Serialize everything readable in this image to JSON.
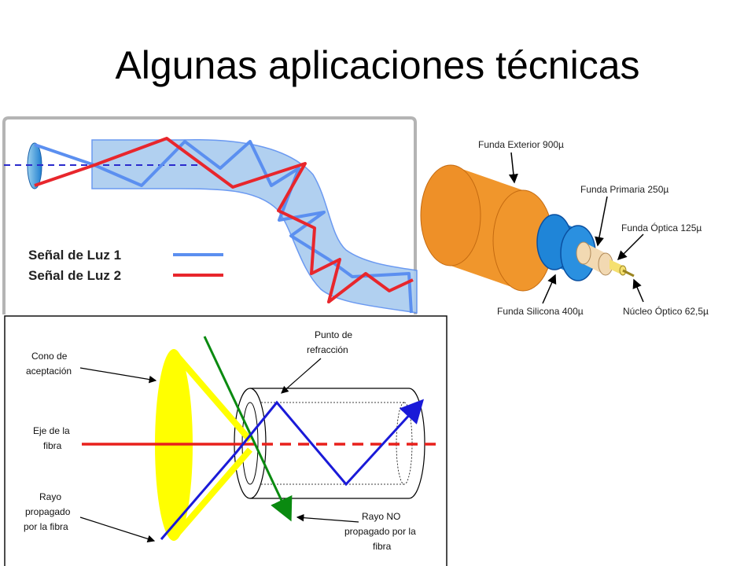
{
  "slide": {
    "title": "Algunas aplicaciones técnicas"
  },
  "fiber_path_panel": {
    "legend": [
      {
        "label": "Señal de Luz 1",
        "color": "#5b8ff0"
      },
      {
        "label": "Señal de Luz 2",
        "color": "#e8262c"
      }
    ]
  },
  "cable_panel": {
    "labels": {
      "outer": "Funda Exterior 900µ",
      "primary": "Funda Primaria 250µ",
      "optical": "Funda Óptica 125µ",
      "silicone": "Funda Silicona 400µ",
      "core": "Núcleo Óptico 62,5µ"
    },
    "colors": {
      "outer": "#f0962c",
      "silicone": "#1f85d8",
      "optical": "#f2d9b2",
      "core": "#f5e070"
    }
  },
  "acceptance_panel": {
    "labels": {
      "cone_line1": "Cono de",
      "cone_line2": "aceptación",
      "axis_line1": "Eje de la",
      "axis_line2": "fibra",
      "ray_line1": "Rayo",
      "ray_line2": "propagado",
      "ray_line3": "por la fibra",
      "refraction_line1": "Punto de",
      "refraction_line2": "refracción",
      "no_ray_line1": "Rayo NO",
      "no_ray_line2": "propagado por la",
      "no_ray_line3": "fibra"
    },
    "colors": {
      "cone": "#ffff00",
      "axis": "#e8201c",
      "propagated": "#1a1ad8",
      "not_propagated": "#0a8a10"
    }
  }
}
